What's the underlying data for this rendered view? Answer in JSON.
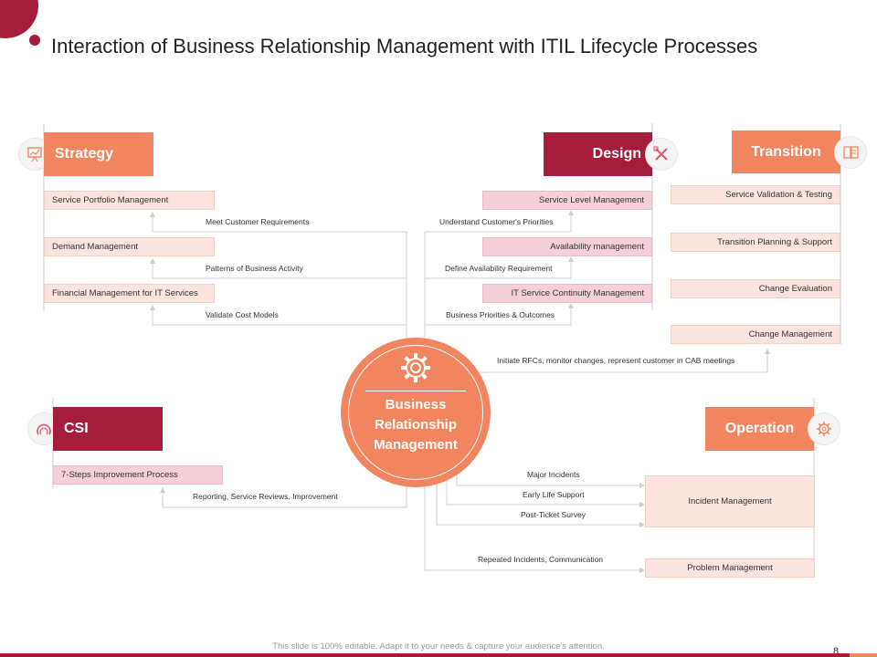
{
  "title": "Interaction of Business Relationship Management with ITIL Lifecycle Processes",
  "hub": {
    "label": "Business Relationship Management",
    "icon": "gear-icon"
  },
  "colors": {
    "crimson": "#a51d3a",
    "salmon": "#f0855f",
    "light_box": "#fbe4de",
    "pink_box": "#f5d0d8"
  },
  "strategy": {
    "label": "Strategy",
    "icon": "presentation-chart-icon",
    "items": [
      "Service Portfolio Management",
      "Demand Management",
      "Financial Management for IT Services"
    ],
    "links": [
      "Meet Customer Requirements",
      "Patterns of Business Activity",
      "Validate Cost Models"
    ]
  },
  "design": {
    "label": "Design",
    "icon": "design-tools-icon",
    "items": [
      "Service Level Management",
      "Availability management",
      "IT Service Continuity Management"
    ],
    "links": [
      "Understand Customer's Priorities",
      "Define Availability Requirement",
      "Business Priorities  & Outcomes"
    ]
  },
  "transition": {
    "label": "Transition",
    "icon": "document-transfer-icon",
    "items": [
      "Service Validation & Testing",
      "Transition Planning & Support",
      "Change Evaluation",
      "Change Management"
    ],
    "link": "Initiate RFCs, monitor changes, represent customer in CAB meetings"
  },
  "csi": {
    "label": "CSI",
    "icon": "improvement-cycle-icon",
    "items": [
      "7-Steps Improvement Process"
    ],
    "link": "Reporting, Service Reviews, Improvement"
  },
  "operation": {
    "label": "Operation",
    "icon": "cog-operation-icon",
    "items": [
      "Incident Management",
      "Problem Management"
    ],
    "links": [
      "Major Incidents",
      "Early Life Support",
      "Post-Ticket Survey",
      "Repeated  Incidents,  Communication"
    ]
  },
  "footer": {
    "text": "This slide is 100% editable. Adapt it to your needs & capture your audience's attention.",
    "page": "8"
  }
}
